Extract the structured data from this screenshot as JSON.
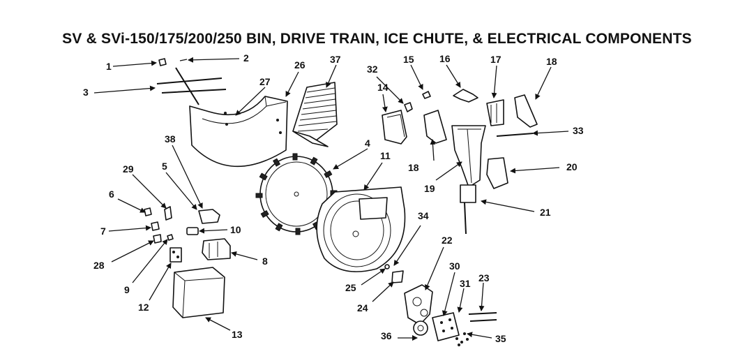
{
  "title": "SV & SVi-150/175/200/250 BIN, DRIVE TRAIN, ICE CHUTE, & ELECTRICAL COMPONENTS",
  "callouts": [
    "1",
    "2",
    "3",
    "4",
    "5",
    "6",
    "7",
    "8",
    "9",
    "10",
    "11",
    "12",
    "13",
    "14",
    "15",
    "16",
    "17",
    "18",
    "18",
    "19",
    "20",
    "21",
    "22",
    "23",
    "24",
    "25",
    "26",
    "27",
    "28",
    "29",
    "30",
    "31",
    "32",
    "33",
    "34",
    "35",
    "36",
    "37",
    "38"
  ]
}
